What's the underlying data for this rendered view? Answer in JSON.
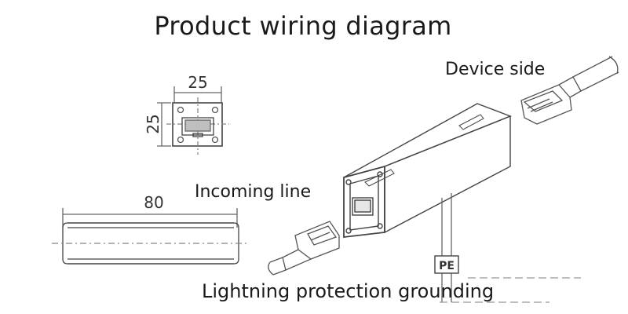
{
  "title": "Product wiring diagram",
  "labels": {
    "device_side": "Device side",
    "incoming_line": "Incoming line",
    "grounding": "Lightning protection grounding",
    "pe_tag": "PE"
  },
  "dimensions": {
    "front_width": "25",
    "front_height": "25",
    "length": "80"
  },
  "colors": {
    "line": "#555555",
    "text": "#1a1a1a",
    "background": "#ffffff"
  }
}
